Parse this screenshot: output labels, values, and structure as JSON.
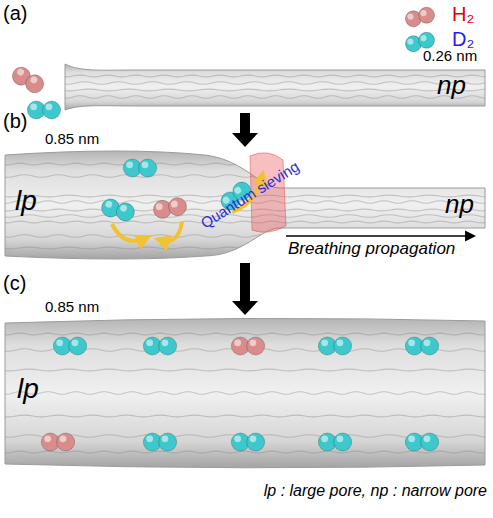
{
  "diagram": {
    "nodes": [
      {
        "text": [
          "np"
        ]
      },
      {
        "text": [
          "lp",
          "np"
        ]
      },
      {
        "text": [
          "lp"
        ]
      }
    ],
    "edges": [
      {
        "from": 0,
        "to": 1,
        "arrow": "to"
      },
      {
        "from": 1,
        "to": 2,
        "arrow": "to"
      }
    ],
    "labels": [
      "(a)",
      "0.26 nm",
      "(b)",
      "0.85 nm",
      "Quantum sieving",
      "Breathing propagation",
      "(c)",
      "0.85 nm",
      "lp : large pore, np : narrow pore"
    ],
    "legend": [
      {
        "text": "H₂",
        "color": "#d98c8c"
      },
      {
        "text": "D₂",
        "color": "#3cc8cc"
      }
    ]
  }
}
